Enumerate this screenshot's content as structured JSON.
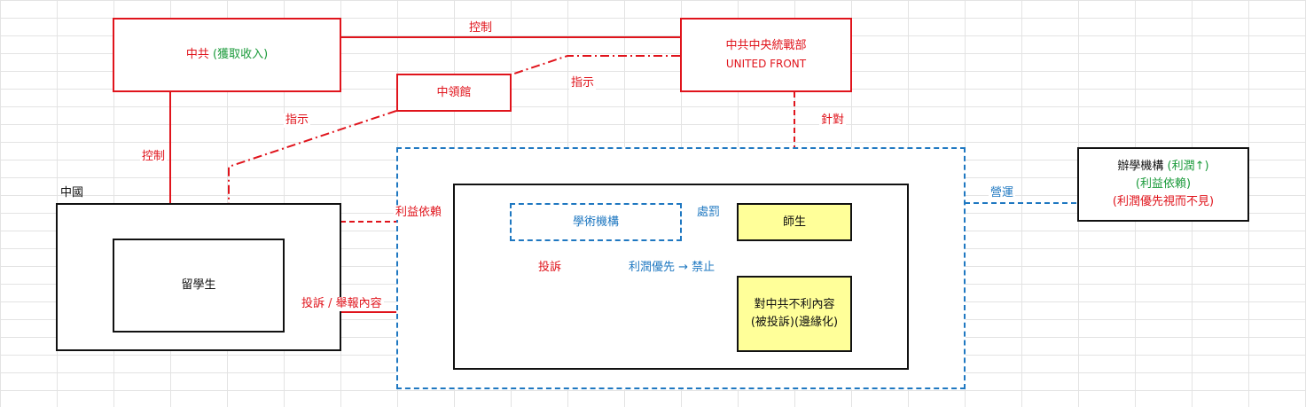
{
  "colors": {
    "red": "#e0141c",
    "green": "#1a9a3a",
    "blue": "#1f78c1",
    "black": "#111111",
    "yellow": "#ffff99"
  },
  "nodes": {
    "ccp": {
      "name": "中共",
      "note": "(獲取收入)"
    },
    "ufwd": {
      "name": "中共中央統戰部",
      "sub": "UNITED FRONT"
    },
    "consulate": {
      "name": "中領館"
    },
    "china": {
      "title": "中國"
    },
    "student": {
      "name": "留學生"
    },
    "academic": {
      "name": "學術機構"
    },
    "faculty": {
      "name": "師生"
    },
    "content": {
      "line1": "對中共不利內容",
      "line2": "(被投訴)(邊緣化)"
    },
    "operator": {
      "line1": "辦學機構",
      "line1_note": "(利潤↑)",
      "line2": "(利益依賴)",
      "line3": "(利潤優先視而不見)"
    }
  },
  "edges": {
    "ccp_ufwd": "控制",
    "ufwd_consulate": "指示",
    "consulate_student": "指示",
    "ccp_student": "控制",
    "ufwd_faculty": "針對",
    "china_academic": "利益依賴",
    "academic_faculty": "處罰",
    "student_complaint": "投訴",
    "student_report": "投訴 / 舉報內容",
    "academic_content": "利潤優先 → 禁止",
    "operator_link": "營運"
  }
}
